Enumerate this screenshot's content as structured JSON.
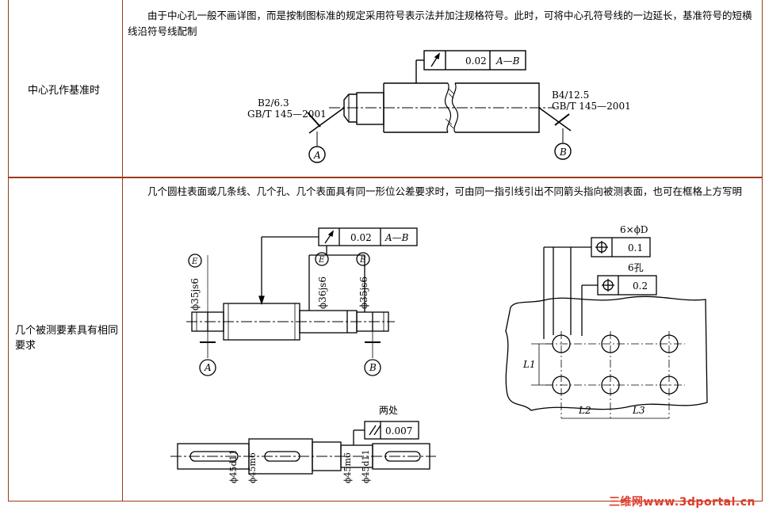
{
  "rows": [
    {
      "label": "中心孔作基准时",
      "description": "由于中心孔一般不画详图，而是按制图标准的规定采用符号表示法并加注规格符号。此时，可将中心孔符号线的一边延长，基准符号的短横线沿符号线配制",
      "figure": {
        "frame": {
          "value": "0.02",
          "datum": "A—B"
        },
        "left_spec": [
          "B2/6.3",
          "GB/T 145—2001"
        ],
        "right_spec": [
          "B4/12.5",
          "GB/T 145—2001"
        ],
        "datum_left": "A",
        "datum_right": "B"
      }
    },
    {
      "label": "几个被测要素具有相同要求",
      "description": "几个圆柱表面或几条线、几个孔、几个表面具有同一形位公差要求时，可由同一指引线引出不同箭头指向被测表面，也可在框格上方写明",
      "figure_shaft": {
        "frame": {
          "value": "0.02",
          "datum": "A—B"
        },
        "dims": [
          "ϕ35js6",
          "ϕ36js6",
          "ϕ35js6"
        ],
        "envelope": "E",
        "datum_left": "A",
        "datum_right": "B"
      },
      "figure_holes": {
        "top_note": "6×ϕD",
        "frame1_value": "0.1",
        "middle_note": "6孔",
        "frame2_value": "0.2",
        "dims": [
          "L1",
          "L2",
          "L3"
        ]
      },
      "figure_keyshaft": {
        "note": "两处",
        "frame_value": "0.007",
        "dims": [
          "ϕ45d11",
          "ϕ45m6",
          "ϕ45m6",
          "ϕ45d11"
        ]
      }
    }
  ],
  "watermark": "三维网www.3dportal.cn"
}
